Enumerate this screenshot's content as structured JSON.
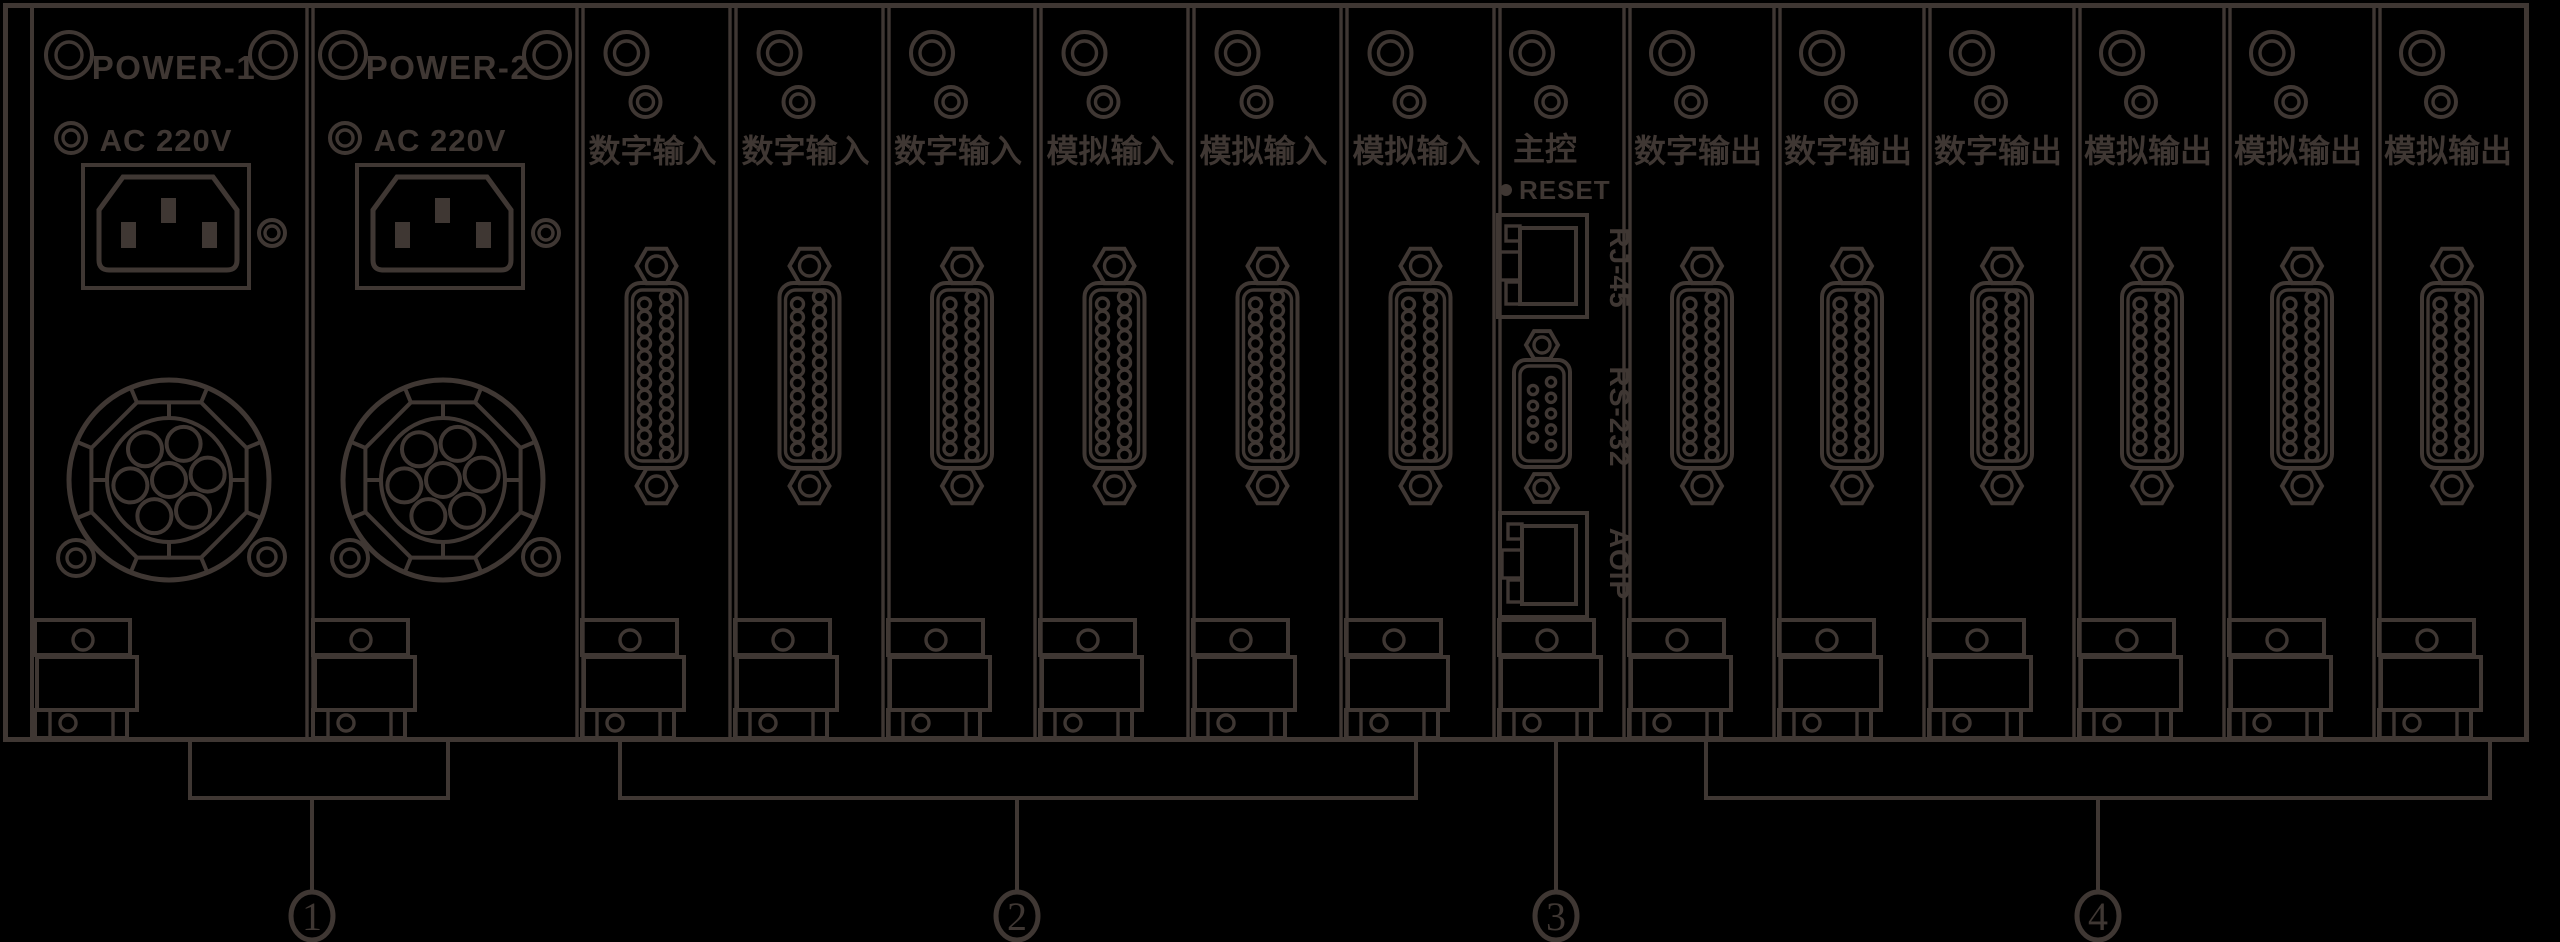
{
  "colors": {
    "background": "#000000",
    "line": "#3f3733"
  },
  "panel": {
    "slots": [
      {
        "type": "power",
        "label": "POWER-1",
        "voltage": "AC 220V"
      },
      {
        "type": "power",
        "label": "POWER-2",
        "voltage": "AC 220V"
      },
      {
        "type": "io-card",
        "label": "数字输入"
      },
      {
        "type": "io-card",
        "label": "数字输入"
      },
      {
        "type": "io-card",
        "label": "数字输入"
      },
      {
        "type": "io-card",
        "label": "模拟输入"
      },
      {
        "type": "io-card",
        "label": "模拟输入"
      },
      {
        "type": "io-card",
        "label": "模拟输入"
      },
      {
        "type": "main-control",
        "label": "主控",
        "reset_label": "RESET",
        "port_labels": [
          "RJ-45",
          "RS-232",
          "AOIP"
        ]
      },
      {
        "type": "io-card",
        "label": "数字输出"
      },
      {
        "type": "io-card",
        "label": "数字输出"
      },
      {
        "type": "io-card",
        "label": "数字输出"
      },
      {
        "type": "io-card",
        "label": "模拟输出"
      },
      {
        "type": "io-card",
        "label": "模拟输出"
      },
      {
        "type": "io-card",
        "label": "模拟输出"
      }
    ]
  },
  "callouts": [
    {
      "number": "1"
    },
    {
      "number": "2"
    },
    {
      "number": "3"
    },
    {
      "number": "4"
    }
  ]
}
